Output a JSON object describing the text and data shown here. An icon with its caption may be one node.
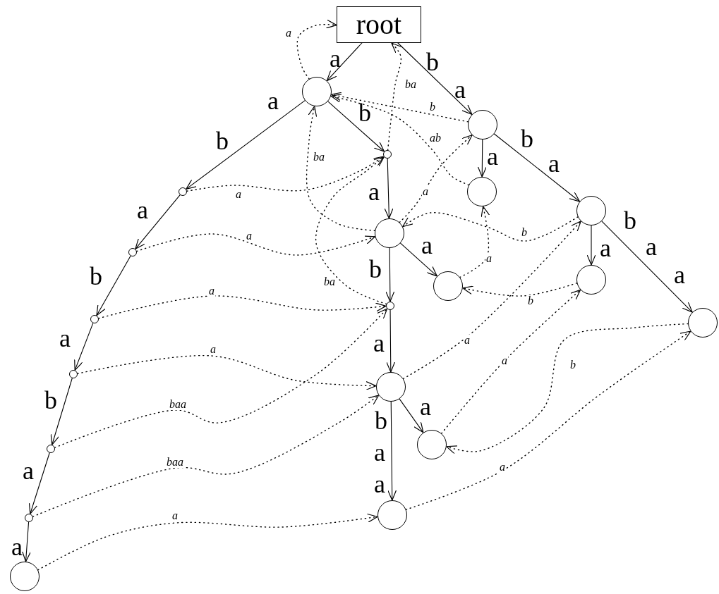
{
  "diagram": {
    "nodes": [
      {
        "text": [
          "root"
        ]
      },
      {
        "text": [],
        "shape": "circle"
      },
      {
        "text": [],
        "shape": "circle"
      },
      {
        "text": [],
        "shape": "circle"
      },
      {
        "text": [],
        "shape": "circle"
      },
      {
        "text": [],
        "shape": "circle"
      },
      {
        "text": [],
        "shape": "circle"
      },
      {
        "text": [],
        "shape": "circle"
      },
      {
        "text": [],
        "shape": "circle"
      },
      {
        "text": [],
        "shape": "circle"
      },
      {
        "text": [],
        "shape": "circle"
      },
      {
        "text": [],
        "shape": "circle"
      },
      {
        "text": [],
        "shape": "circle"
      },
      {
        "text": [],
        "shape": "circle"
      },
      {
        "text": [],
        "shape": "circle"
      },
      {
        "text": [],
        "shape": "circle"
      },
      {
        "text": [],
        "shape": "circle"
      },
      {
        "text": [],
        "shape": "circle"
      },
      {
        "text": [],
        "shape": "circle"
      },
      {
        "text": [],
        "shape": "circle"
      },
      {
        "text": [],
        "shape": "circle"
      }
    ],
    "edges": [
      {
        "from": 0,
        "to": 1,
        "arrow": "to"
      },
      {
        "from": 0,
        "to": 2,
        "arrow": "to"
      },
      {
        "from": 1,
        "to": 6,
        "arrow": "to"
      },
      {
        "from": 1,
        "to": 3,
        "arrow": "to"
      },
      {
        "from": 2,
        "to": 4,
        "arrow": "to"
      },
      {
        "from": 2,
        "to": 5,
        "arrow": "to"
      },
      {
        "from": 3,
        "to": 7,
        "arrow": "to"
      },
      {
        "from": 5,
        "to": 10,
        "arrow": "to"
      },
      {
        "from": 5,
        "to": 13,
        "arrow": "to"
      },
      {
        "from": 6,
        "to": 8,
        "arrow": "to"
      },
      {
        "from": 7,
        "to": 9,
        "arrow": "to"
      },
      {
        "from": 7,
        "to": 11,
        "arrow": "to"
      },
      {
        "from": 8,
        "to": 12,
        "arrow": "to"
      },
      {
        "from": 12,
        "to": 14,
        "arrow": "to"
      },
      {
        "from": 11,
        "to": 15,
        "arrow": "to"
      },
      {
        "from": 14,
        "to": 16,
        "arrow": "to"
      },
      {
        "from": 15,
        "to": 17,
        "arrow": "to"
      },
      {
        "from": 15,
        "to": 19,
        "arrow": "to"
      },
      {
        "from": 16,
        "to": 18,
        "arrow": "to"
      },
      {
        "from": 18,
        "to": 20,
        "arrow": "to"
      },
      {
        "from": 1,
        "to": 0,
        "arrow": "to",
        "label": "a",
        "style": "dashed"
      },
      {
        "from": 2,
        "to": 1,
        "arrow": "to",
        "label": "b",
        "style": "dashed"
      },
      {
        "from": 3,
        "to": 0,
        "arrow": "to",
        "label": "ba",
        "style": "dashed"
      },
      {
        "from": 4,
        "to": 1,
        "arrow": "to",
        "label": "ab",
        "style": "dashed"
      },
      {
        "from": 6,
        "to": 3,
        "arrow": "to",
        "label": "a",
        "style": "dashed"
      },
      {
        "from": 7,
        "to": 1,
        "arrow": "to",
        "label": "ba",
        "style": "dashed"
      },
      {
        "from": 7,
        "to": 2,
        "arrow": "to",
        "label": "a",
        "style": "dashed"
      },
      {
        "from": 8,
        "to": 7,
        "arrow": "to",
        "label": "a",
        "style": "dashed"
      },
      {
        "from": 9,
        "to": 4,
        "arrow": "to",
        "label": "a",
        "style": "dashed"
      },
      {
        "from": 5,
        "to": 7,
        "arrow": "to",
        "label": "b",
        "style": "dashed"
      },
      {
        "from": 10,
        "to": 9,
        "arrow": "to",
        "label": "b",
        "style": "dashed"
      },
      {
        "from": 11,
        "to": 3,
        "arrow": "to",
        "label": "ba",
        "style": "dashed"
      },
      {
        "from": 12,
        "to": 11,
        "arrow": "to",
        "label": "a",
        "style": "dashed"
      },
      {
        "from": 14,
        "to": 15,
        "arrow": "to",
        "label": "a",
        "style": "dashed"
      },
      {
        "from": 15,
        "to": 5,
        "arrow": "to",
        "label": "a",
        "style": "dashed"
      },
      {
        "from": 16,
        "to": 11,
        "arrow": "to",
        "label": "baa",
        "style": "dashed"
      },
      {
        "from": 17,
        "to": 10,
        "arrow": "to",
        "label": "a",
        "style": "dashed"
      },
      {
        "from": 13,
        "to": 17,
        "arrow": "to",
        "label": "b",
        "style": "dashed"
      },
      {
        "from": 18,
        "to": 15,
        "arrow": "to",
        "label": "baa",
        "style": "dashed"
      },
      {
        "from": 19,
        "to": 13,
        "arrow": "to",
        "label": "a",
        "style": "dashed"
      },
      {
        "from": 20,
        "to": 19,
        "arrow": "to",
        "label": "a",
        "style": "dashed"
      }
    ],
    "labels": [
      "a",
      "b",
      "a",
      "a",
      "b",
      "b",
      "b",
      "a",
      "a",
      "a",
      "a",
      "b",
      "a",
      "a",
      "a",
      "b",
      "a",
      "b",
      "a",
      "a",
      "b",
      "a",
      "b",
      "a",
      "a",
      "a",
      "a"
    ]
  }
}
